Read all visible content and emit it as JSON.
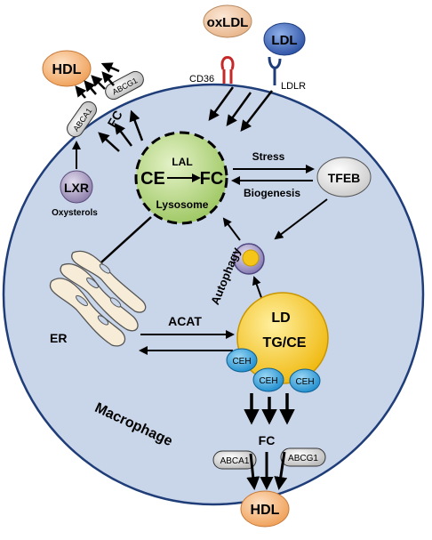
{
  "labels": {
    "oxldl": "oxLDL",
    "ldl": "LDL",
    "cd36": "CD36",
    "ldlr": "LDLR",
    "hdl_top": "HDL",
    "abca1_top": "ABCA1",
    "abcg1_top": "ABCG1",
    "fc_top": "FC",
    "lxr": "LXR",
    "oxysterols": "Oxysterols",
    "ce": "CE",
    "lal": "LAL",
    "fc_lyso": "FC",
    "lysosome": "Lysosome",
    "stress": "Stress",
    "biogenesis": "Biogenesis",
    "tfeb": "TFEB",
    "autophagy": "Autophagy",
    "er": "ER",
    "acat": "ACAT",
    "ld": "LD",
    "tgce": "TG/CE",
    "ceh1": "CEH",
    "ceh2": "CEH",
    "ceh3": "CEH",
    "macrophage": "Macrophage",
    "fc_bottom": "FC",
    "abca1_bottom": "ABCA1",
    "abcg1_bottom": "ABCG1",
    "hdl_bottom": "HDL"
  },
  "colors": {
    "cell_fill": "#c9d6ea",
    "cell_stroke": "#1f3d78",
    "hdl_orange": "#f0a766",
    "oxldl_tan": "#f3c9a6",
    "ldl_blue": "#3d63b8",
    "cd36_red": "#c62828",
    "lysosome_green": "#b5d67f",
    "ld_yellow": "#f5c518",
    "ceh_blue": "#2c9fd9",
    "lxr_purple": "#9a8bb3",
    "autophagosome_purple": "#8a7fb5"
  }
}
